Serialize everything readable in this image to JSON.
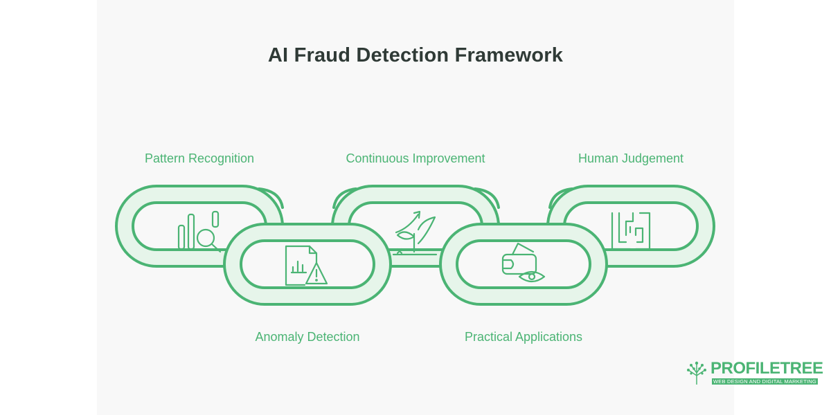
{
  "title": "AI Fraud Detection Framework",
  "links": [
    {
      "label": "Pattern Recognition",
      "icon": "magnifier-bars-icon",
      "position": "top"
    },
    {
      "label": "Anomaly Detection",
      "icon": "document-warning-icon",
      "position": "bottom"
    },
    {
      "label": "Continuous Improvement",
      "icon": "growth-plant-icon",
      "position": "top"
    },
    {
      "label": "Practical Applications",
      "icon": "wallet-eye-icon",
      "position": "bottom"
    },
    {
      "label": "Human Judgement",
      "icon": "maze-brain-icon",
      "position": "top"
    }
  ],
  "colors": {
    "accent": "#4bb474",
    "ring_fill": "#e6f5ea",
    "title": "#2f3a36"
  },
  "logo": {
    "brand": "PROFILETREE",
    "tagline": "WEB DESIGN AND DIGITAL MARKETING"
  }
}
